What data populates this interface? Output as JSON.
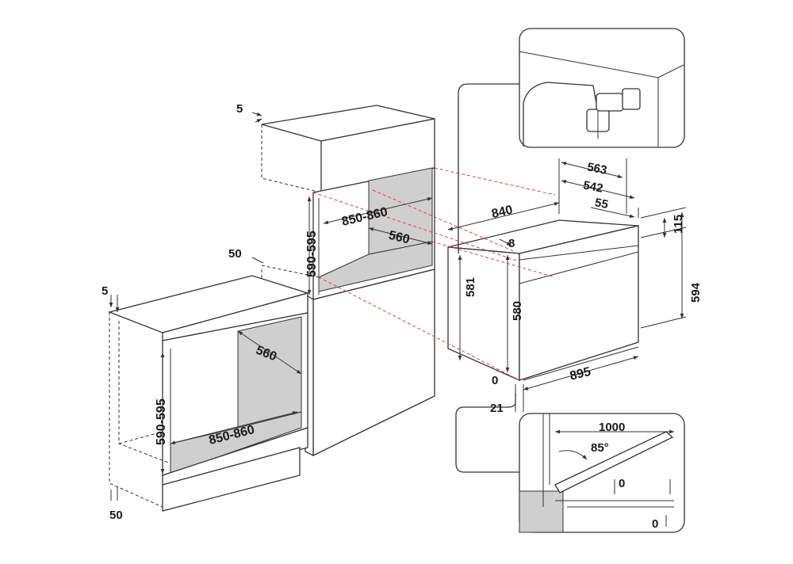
{
  "colors": {
    "line": "#333333",
    "shade": "#cfcfcf",
    "installation_guide": "#e0403a"
  },
  "dimensions": {
    "top_gap_column": "5",
    "niche_width_column": "850-860",
    "niche_height_column": "590-595",
    "niche_depth_column": "560",
    "bottom_gap_column": "50",
    "top_gap_under": "5",
    "niche_depth_under": "560",
    "niche_height_under": "590-595",
    "niche_width_under": "850-860",
    "bottom_gap_under": "50",
    "oven_depth_overall": "563",
    "oven_depth_body": "542",
    "front_depth": "55",
    "body_width": "840",
    "top_offset": "8",
    "body_height": "581",
    "inner_height": "580",
    "control_panel_height": "115",
    "front_height": "594",
    "front_width": "895",
    "side_gap": "0",
    "bottom_offset": "21"
  },
  "door_detail": {
    "opening_length": "1000",
    "angle": "85°",
    "gap_top": "0",
    "gap_bottom": "0"
  }
}
